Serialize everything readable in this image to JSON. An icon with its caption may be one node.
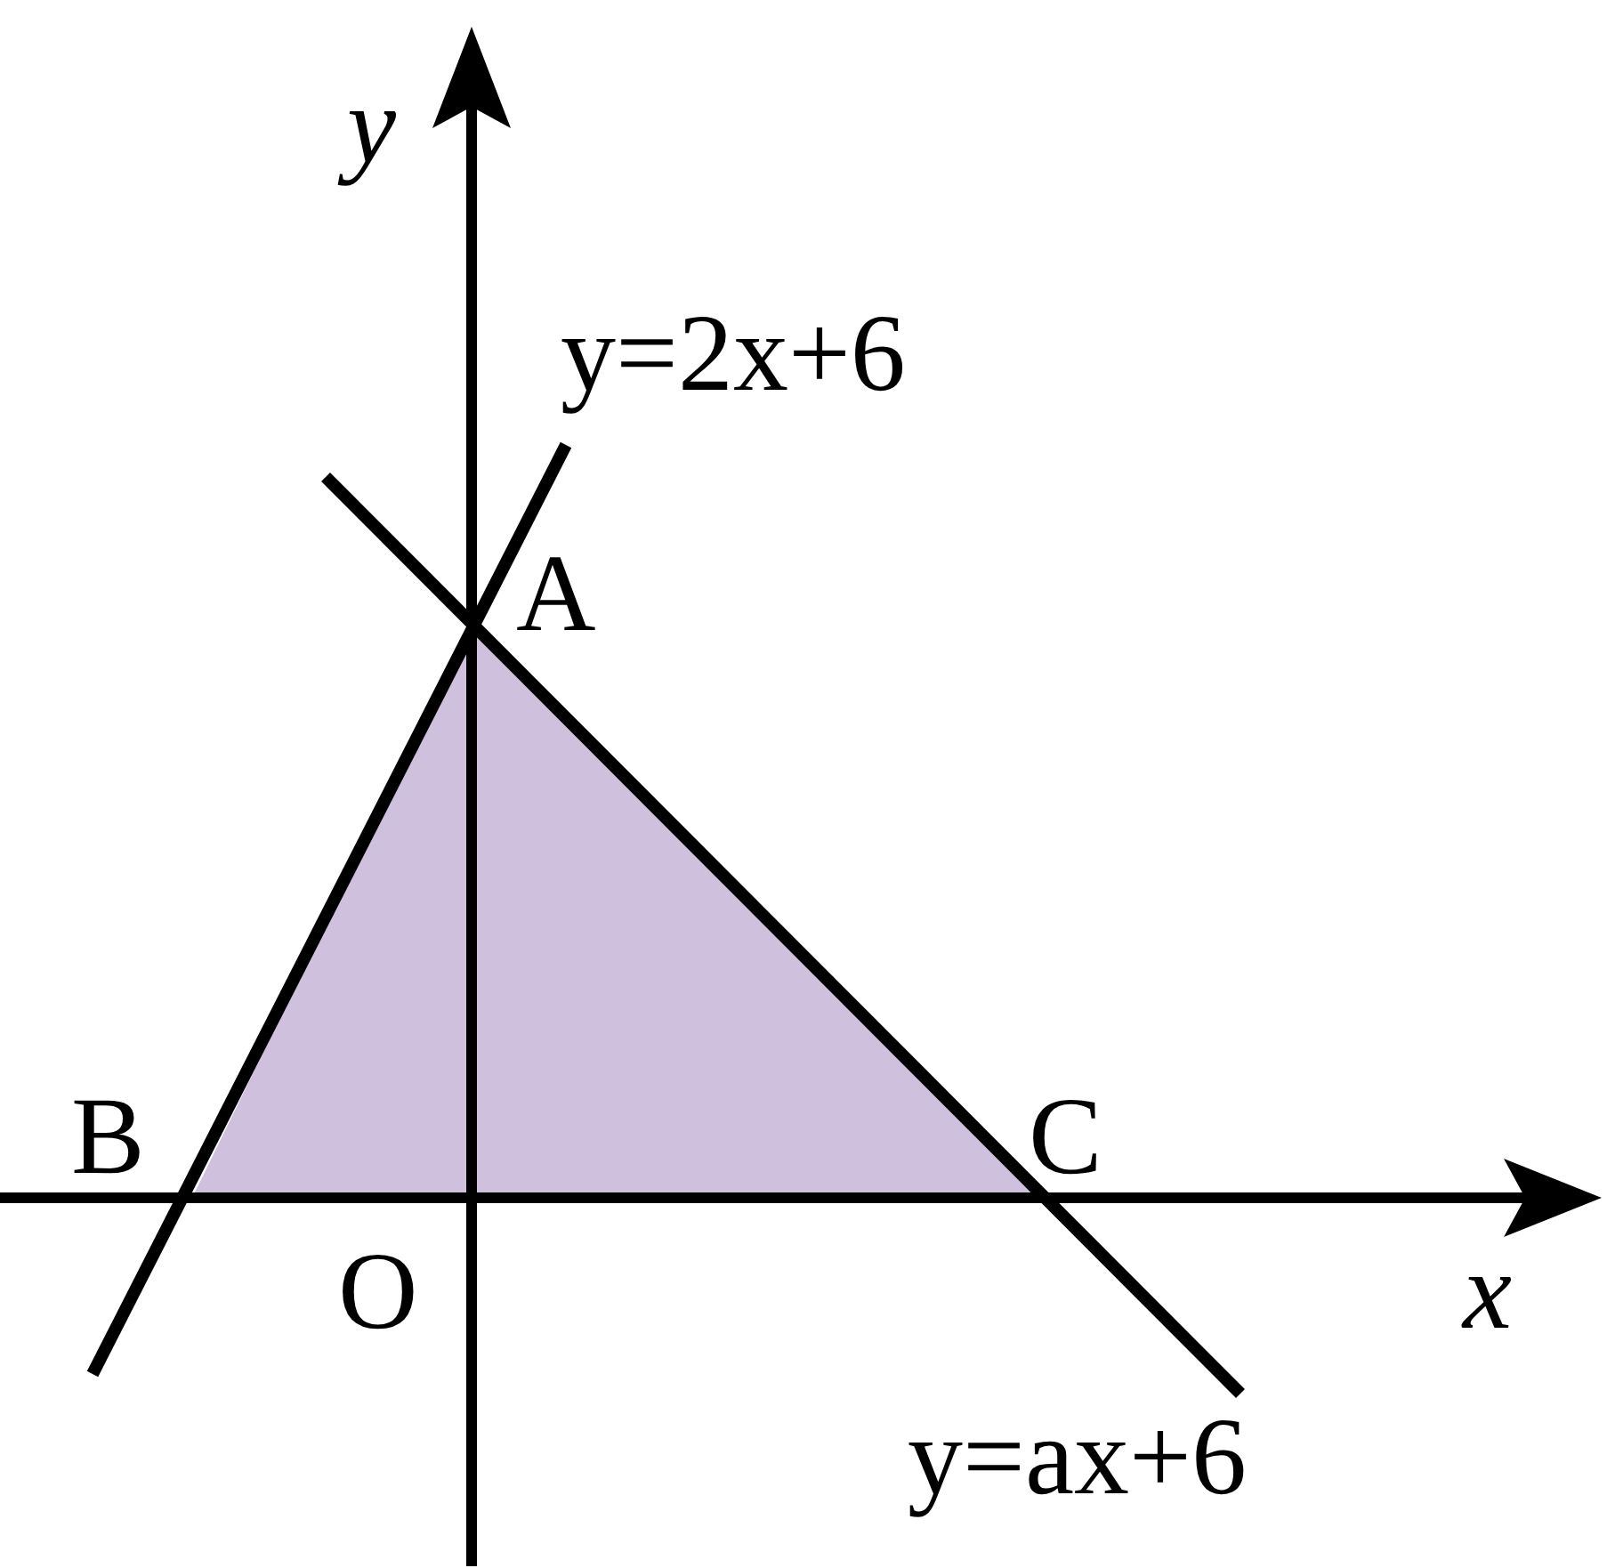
{
  "diagram": {
    "labels": [
      "y",
      "y=2x+6",
      "A",
      "B",
      "C",
      "O",
      "x",
      "y=ax+6"
    ]
  }
}
